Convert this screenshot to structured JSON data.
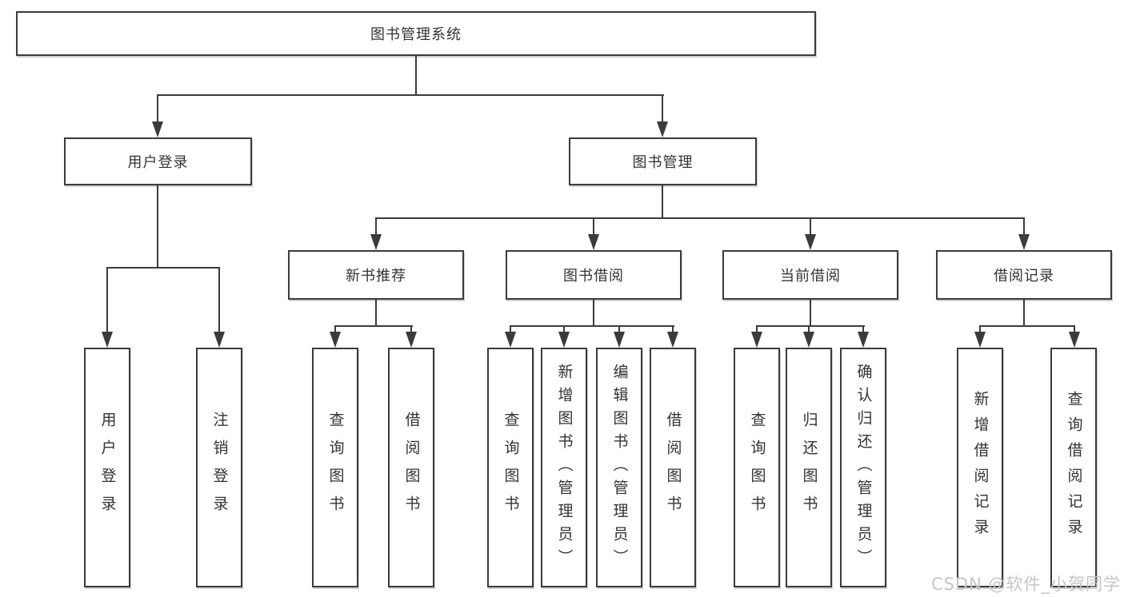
{
  "diagram": {
    "root": {
      "label": "图书管理系统"
    },
    "level2": [
      {
        "label": "用户登录",
        "children": [
          {
            "label": "用户登录"
          },
          {
            "label": "注销登录"
          }
        ]
      },
      {
        "label": "图书管理",
        "children": [
          {
            "label": "新书推荐",
            "children": [
              {
                "label": "查询图书"
              },
              {
                "label": "借阅图书"
              }
            ]
          },
          {
            "label": "图书借阅",
            "children": [
              {
                "label": "查询图书"
              },
              {
                "label": "新增图书（管理员）"
              },
              {
                "label": "编辑图书（管理员）"
              },
              {
                "label": "借阅图书"
              }
            ]
          },
          {
            "label": "当前借阅",
            "children": [
              {
                "label": "查询图书"
              },
              {
                "label": "归还图书"
              },
              {
                "label": "确认归还（管理员）"
              }
            ]
          },
          {
            "label": "借阅记录",
            "children": [
              {
                "label": "新增借阅记录"
              },
              {
                "label": "查询借阅记录"
              }
            ]
          }
        ]
      }
    ]
  },
  "watermark": {
    "text": "CSDN @软件_小贺同学"
  },
  "colors": {
    "line": "#3b3b3b",
    "text": "#333333",
    "watermark": "#c3c5c9"
  }
}
